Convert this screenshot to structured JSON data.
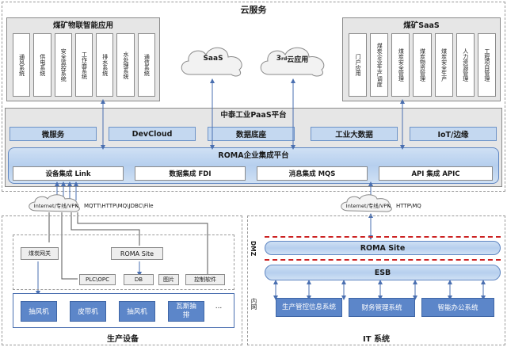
{
  "cloud": {
    "title": "云服务",
    "iot_apps": {
      "title": "煤矿物联智能应用",
      "items": [
        "通风系统",
        "供电系统",
        "安全监控系统",
        "工作面系统",
        "排水系统",
        "水处理系统",
        "通信系统"
      ]
    },
    "saas_cloud": "SaaS",
    "third_cloud_sup": "rd",
    "third_cloud": "3",
    "third_cloud_suffix": "云应用",
    "mine_saas": {
      "title": "煤矿SaaS",
      "items": [
        "门户应用",
        "煤炭企业生产调度",
        "煤炭安全管理",
        "煤炭物资管理",
        "煤炭安全生产",
        "人力资源管理",
        "工程项目管理"
      ]
    }
  },
  "paas": {
    "title": "中泰工业PaaS平台",
    "modules": [
      "微服务",
      "DevCloud",
      "数据底座",
      "工业大数据",
      "IoT/边缘"
    ],
    "roma_title": "ROMA企业集成平台",
    "integrations": [
      "设备集成 Link",
      "数据集成 FDI",
      "消息集成 MQS",
      "API 集成 APIC"
    ]
  },
  "production": {
    "network_label": "Internet/专线/VPN",
    "protocols": "MQTT\\HTTP\\MQ\\JDBC\\File",
    "gateway": "煤炭网关",
    "roma_site": "ROMA Site",
    "interfaces": [
      "PLC\\OPC",
      "DB",
      "图片",
      "控制软件"
    ],
    "devices": [
      "抽风机",
      "皮带机",
      "抽风机",
      "瓦斯抽排",
      "..."
    ],
    "title": "生产设备"
  },
  "it": {
    "network_label": "Internet/专线/VPN",
    "protocols": "HTTP\\MQ",
    "dmz": "DMZ",
    "roma_site": "ROMA Site",
    "esb": "ESB",
    "intranet": "内网",
    "systems": [
      "生产管控信息系统",
      "财务管理系统",
      "智能办公系统"
    ],
    "title": "IT 系统"
  }
}
